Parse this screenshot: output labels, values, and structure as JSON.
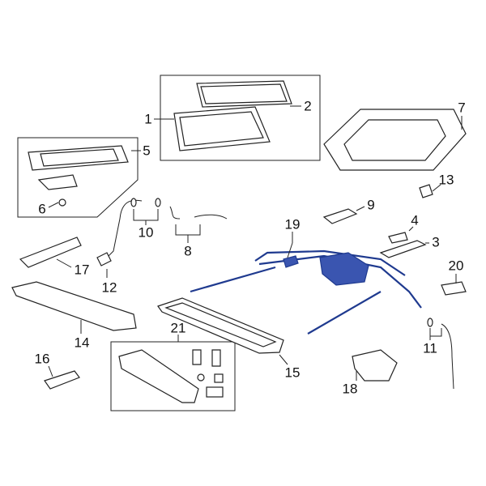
{
  "diagram": {
    "highlight_color": "#1f3a8f",
    "callouts": [
      {
        "id": "1",
        "label": "1"
      },
      {
        "id": "2",
        "label": "2"
      },
      {
        "id": "3",
        "label": "3"
      },
      {
        "id": "4",
        "label": "4"
      },
      {
        "id": "5",
        "label": "5"
      },
      {
        "id": "6",
        "label": "6"
      },
      {
        "id": "7",
        "label": "7"
      },
      {
        "id": "8",
        "label": "8"
      },
      {
        "id": "9",
        "label": "9"
      },
      {
        "id": "10",
        "label": "10"
      },
      {
        "id": "11",
        "label": "11"
      },
      {
        "id": "12",
        "label": "12"
      },
      {
        "id": "13",
        "label": "13"
      },
      {
        "id": "14",
        "label": "14"
      },
      {
        "id": "15",
        "label": "15"
      },
      {
        "id": "16",
        "label": "16"
      },
      {
        "id": "17",
        "label": "17"
      },
      {
        "id": "18",
        "label": "18"
      },
      {
        "id": "19",
        "label": "19"
      },
      {
        "id": "20",
        "label": "20"
      },
      {
        "id": "21",
        "label": "21"
      }
    ]
  }
}
